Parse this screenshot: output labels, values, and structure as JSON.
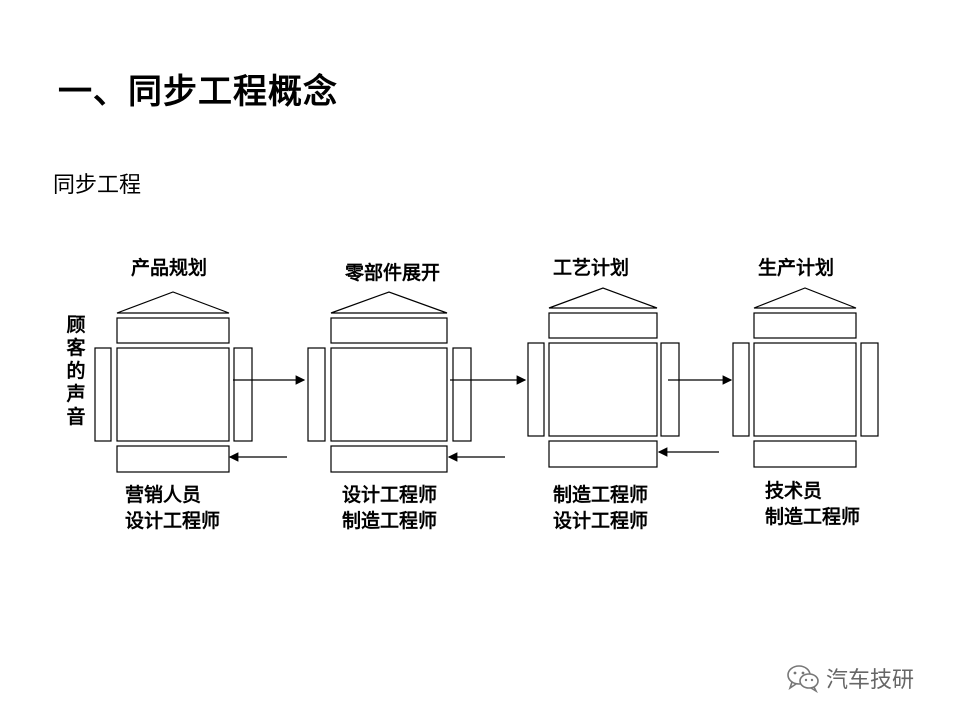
{
  "slide": {
    "title": "一、同步工程概念",
    "subtitle": "同步工程"
  },
  "diagram": {
    "side_label": "顾客的声音",
    "stages": [
      {
        "title": "产品规划",
        "roles": [
          "营销人员",
          "设计工程师"
        ]
      },
      {
        "title": "零部件展开",
        "roles": [
          "设计工程师",
          "制造工程师"
        ]
      },
      {
        "title": "工艺计划",
        "roles": [
          "制造工程师",
          "设计工程师"
        ]
      },
      {
        "title": "生产计划",
        "roles": [
          "技术员",
          "制造工程师"
        ]
      }
    ]
  },
  "watermark": {
    "text": "汽车技研",
    "icon": "wechat-icon"
  }
}
